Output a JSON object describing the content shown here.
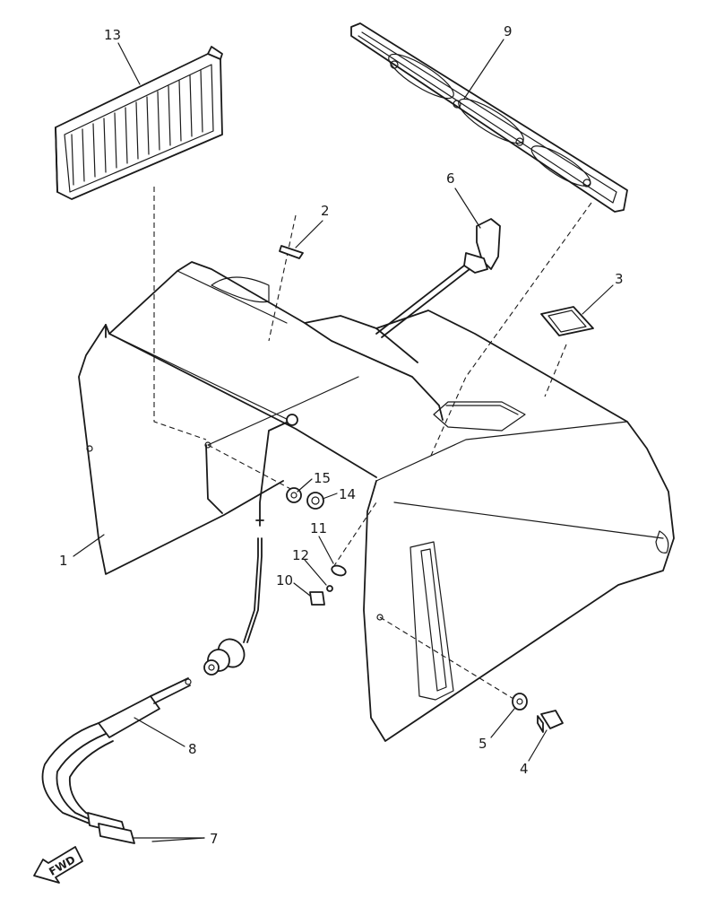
{
  "callouts": {
    "c1": "1",
    "c2": "2",
    "c3": "3",
    "c4": "4",
    "c5": "5",
    "c6": "6",
    "c7": "7",
    "c8": "8",
    "c9": "9",
    "c10": "10",
    "c11": "11",
    "c12": "12",
    "c13": "13",
    "c14": "14",
    "c15": "15"
  },
  "fwd_label": "FWD"
}
